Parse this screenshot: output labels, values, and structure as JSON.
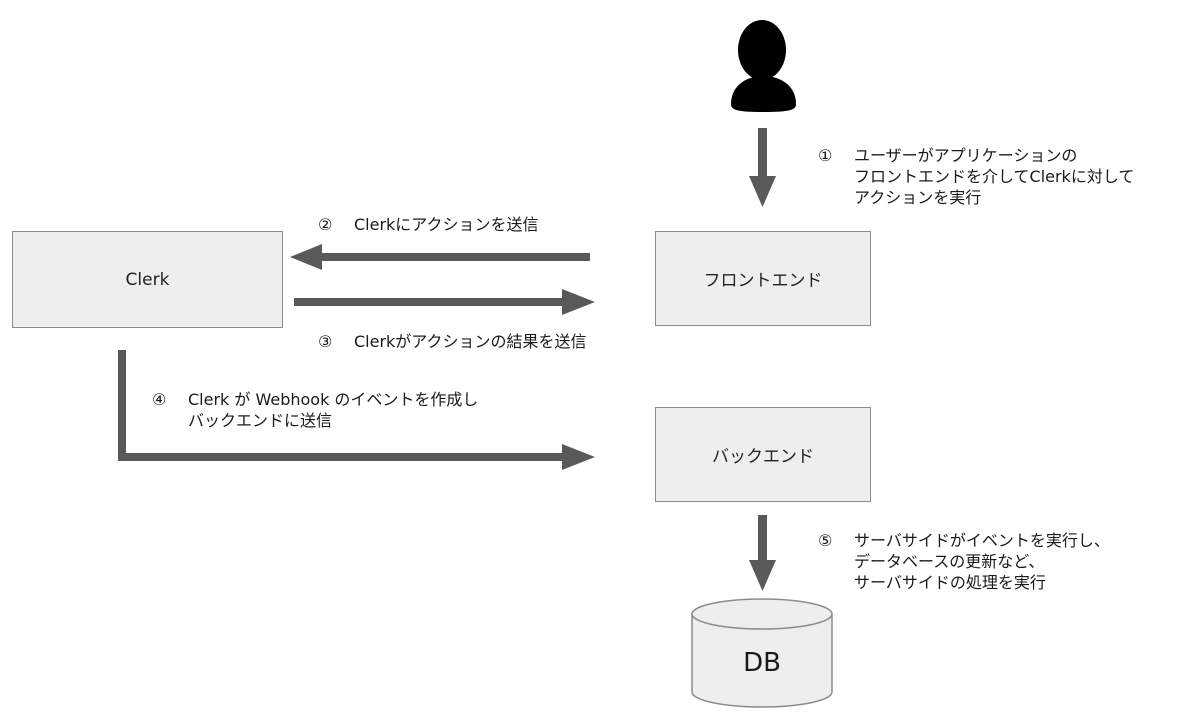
{
  "colors": {
    "node_fill": "#eeeeee",
    "node_border": "#8c8c8c",
    "arrow": "#595959",
    "user_icon": "#000000"
  },
  "nodes": {
    "clerk": "Clerk",
    "frontend": "フロントエンド",
    "backend": "バックエンド",
    "database": "DB"
  },
  "user": {
    "icon": "user-icon"
  },
  "steps": [
    {
      "number": "①",
      "lines": [
        "ユーザーがアプリケーションの",
        "フロントエンドを介してClerkに対して",
        "アクションを実行"
      ]
    },
    {
      "number": "②",
      "lines": [
        "Clerkにアクションを送信"
      ]
    },
    {
      "number": "③",
      "lines": [
        "Clerkがアクションの結果を送信"
      ]
    },
    {
      "number": "④",
      "lines": [
        "Clerk が Webhook のイベントを作成し",
        "バックエンドに送信"
      ]
    },
    {
      "number": "⑤",
      "lines": [
        "サーバサイドがイベントを実行し、",
        "データベースの更新など、",
        "サーバサイドの処理を実行"
      ]
    }
  ]
}
